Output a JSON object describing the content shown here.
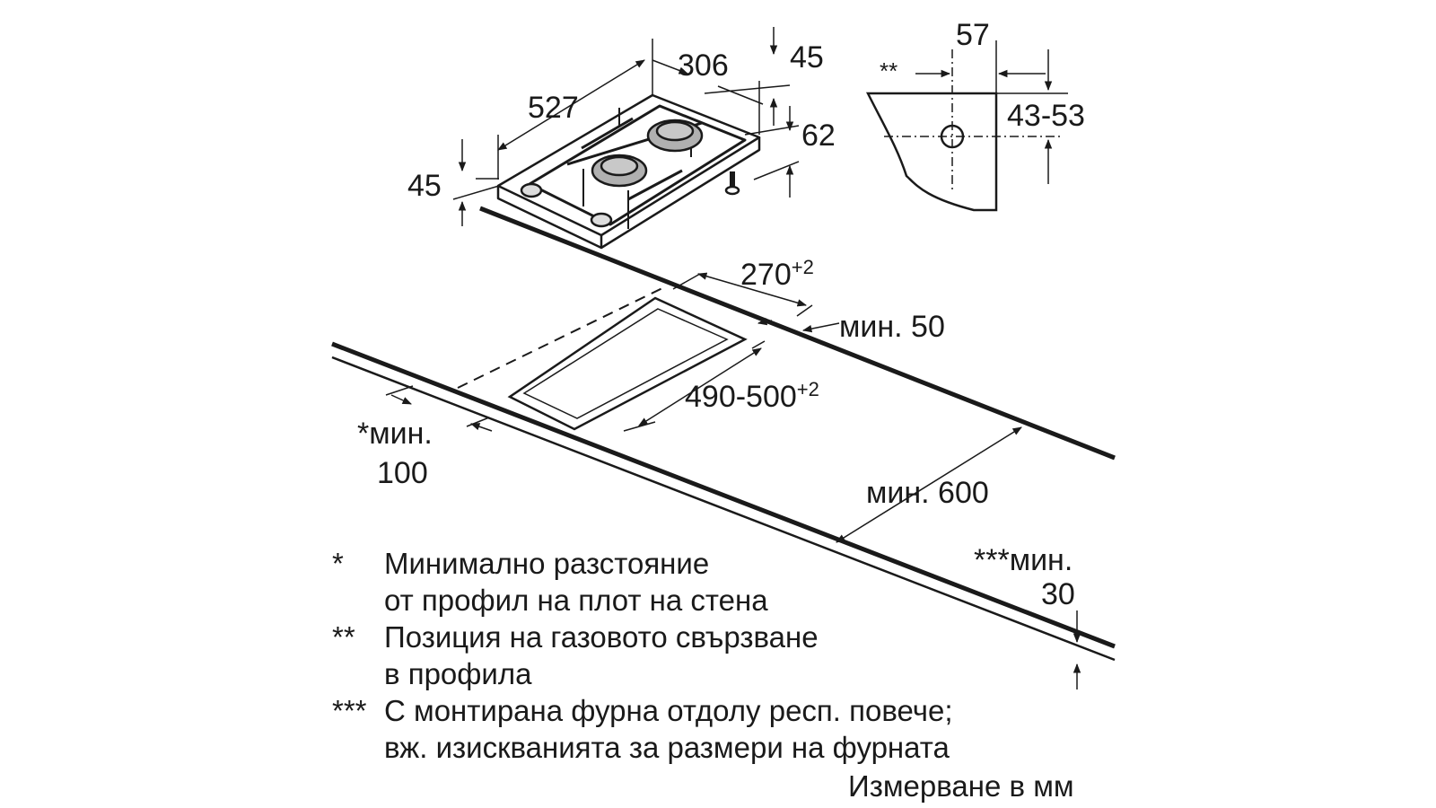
{
  "dimensions": {
    "d_306": "306",
    "d_45_top": "45",
    "d_527": "527",
    "d_62": "62",
    "d_45_left": "45",
    "d_57": "57",
    "d_stars2": "**",
    "d_43_53": "43-53",
    "d_270": "270",
    "d_270_tol": "+2",
    "d_min50": "мин. 50",
    "d_490_500": "490-500",
    "d_490_tol": "+2",
    "d_min100_line1": "*мин.",
    "d_min100_line2": "100",
    "d_min600": "мин. 600",
    "d_min30_line1": "***мин.",
    "d_min30_line2": "30"
  },
  "footnotes": [
    {
      "mark": "*",
      "lines": [
        "Минимално разстояние",
        "от профил на плот на стена"
      ]
    },
    {
      "mark": "**",
      "lines": [
        "Позиция на газовото свързване",
        "в профила"
      ]
    },
    {
      "mark": "***",
      "lines": [
        "С монтирана фурна отдолу респ. повече;",
        "вж. изискванията за размери на фурната"
      ]
    }
  ],
  "units_note": "Измерване в мм",
  "colors": {
    "ink": "#1a1a1a",
    "burner": "#b0b0b0"
  }
}
